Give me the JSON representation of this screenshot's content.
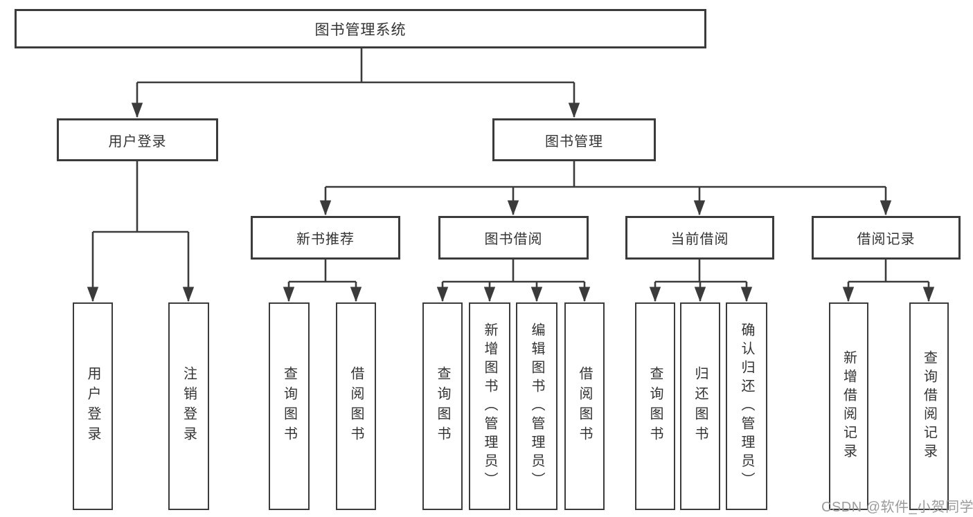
{
  "tree": {
    "root": {
      "label": "图书管理系统",
      "children": [
        {
          "label": "用户登录",
          "children": [
            {
              "label": "用户登录"
            },
            {
              "label": "注销登录"
            }
          ]
        },
        {
          "label": "图书管理",
          "children": [
            {
              "label": "新书推荐",
              "children": [
                {
                  "label": "查询图书"
                },
                {
                  "label": "借阅图书"
                }
              ]
            },
            {
              "label": "图书借阅",
              "children": [
                {
                  "label": "查询图书"
                },
                {
                  "label": "新增图书（管理员）"
                },
                {
                  "label": "编辑图书（管理员）"
                },
                {
                  "label": "借阅图书"
                }
              ]
            },
            {
              "label": "当前借阅",
              "children": [
                {
                  "label": "查询图书"
                },
                {
                  "label": "归还图书"
                },
                {
                  "label": "确认归还（管理员）"
                }
              ]
            },
            {
              "label": "借阅记录",
              "children": [
                {
                  "label": "新增借阅记录"
                },
                {
                  "label": "查询借阅记录"
                }
              ]
            }
          ]
        }
      ]
    }
  },
  "watermark": {
    "text": "CSDN @软件_小贺同学"
  },
  "colors": {
    "line": "#3b3b3b",
    "text": "#333333",
    "watermark_gray": "#9b9b9b",
    "background": "#ffffff"
  }
}
